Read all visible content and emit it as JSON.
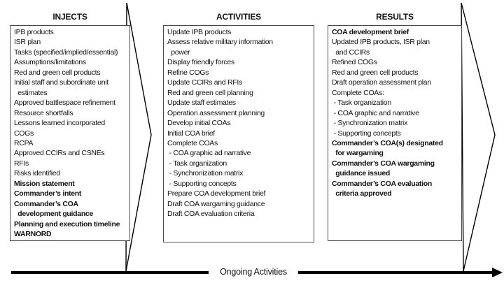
{
  "columns": [
    {
      "header": "INJECTS",
      "lines": [
        {
          "text": "IPB products",
          "bold": false
        },
        {
          "text": "ISR plan",
          "bold": false
        },
        {
          "text": "Tasks (specified/implied/essential)",
          "bold": false
        },
        {
          "text": "Assumptions/limitations",
          "bold": false
        },
        {
          "text": "Red and green cell products",
          "bold": false
        },
        {
          "text": "Initial staff and subordinate unit",
          "bold": false
        },
        {
          "text": "  estimates",
          "bold": false
        },
        {
          "text": "Approved battlespace refinement",
          "bold": false
        },
        {
          "text": "Resource shortfalls",
          "bold": false
        },
        {
          "text": "Lessons learned incorporated",
          "bold": false
        },
        {
          "text": "COGs",
          "bold": false
        },
        {
          "text": "RCPA",
          "bold": false
        },
        {
          "text": "Approved CCIRs and CSNEs",
          "bold": false
        },
        {
          "text": "RFIs",
          "bold": false
        },
        {
          "text": "Risks identified",
          "bold": false
        },
        {
          "text": "Mission statement",
          "bold": true
        },
        {
          "text": "Commander’s intent",
          "bold": true
        },
        {
          "text": "Commander’s COA",
          "bold": true
        },
        {
          "text": "  development guidance",
          "bold": true
        },
        {
          "text": "Planning and execution timeline",
          "bold": true
        },
        {
          "text": "WARNORD",
          "bold": true
        }
      ]
    },
    {
      "header": "ACTIVITIES",
      "lines": [
        {
          "text": "Update IPB products",
          "bold": false
        },
        {
          "text": "Assess relative military information",
          "bold": false
        },
        {
          "text": "  power",
          "bold": false
        },
        {
          "text": "Display friendly forces",
          "bold": false
        },
        {
          "text": "Refine COGs",
          "bold": false
        },
        {
          "text": "Update CCIRs and RFIs",
          "bold": false
        },
        {
          "text": "Red and green cell planning",
          "bold": false
        },
        {
          "text": "Update staff estimates",
          "bold": false
        },
        {
          "text": "Operation assessment planning",
          "bold": false
        },
        {
          "text": "Develop initial COAs",
          "bold": false
        },
        {
          "text": "Initial COA brief",
          "bold": false
        },
        {
          "text": "Complete COAs",
          "bold": false
        },
        {
          "text": " - COA graphic ad narrative",
          "bold": false
        },
        {
          "text": " - Task organization",
          "bold": false
        },
        {
          "text": " - Synchronization matrix",
          "bold": false
        },
        {
          "text": " - Supporting concepts",
          "bold": false
        },
        {
          "text": "Prepare COA development brief",
          "bold": false
        },
        {
          "text": "Draft COA wargaming guidance",
          "bold": false
        },
        {
          "text": "Draft COA evaluation criteria",
          "bold": false
        }
      ]
    },
    {
      "header": "RESULTS",
      "lines": [
        {
          "text": "COA development brief",
          "bold": true
        },
        {
          "text": "Updated IPB products, ISR plan",
          "bold": false
        },
        {
          "text": "  and CCIRs",
          "bold": false
        },
        {
          "text": "Refined COGs",
          "bold": false
        },
        {
          "text": "Red and green cell products",
          "bold": false
        },
        {
          "text": "Draft operation assessment plan",
          "bold": false
        },
        {
          "text": "Complete COAs:",
          "bold": false
        },
        {
          "text": " - Task organization",
          "bold": false
        },
        {
          "text": " - COA graphic and narrative",
          "bold": false
        },
        {
          "text": " - Synchronization matrix",
          "bold": false
        },
        {
          "text": " - Supporting concepts",
          "bold": false
        },
        {
          "text": "Commander’s COA(s) designated",
          "bold": true
        },
        {
          "text": "  for wargaming",
          "bold": true
        },
        {
          "text": "Commander’s COA wargaming",
          "bold": true
        },
        {
          "text": "  guidance issued",
          "bold": true
        },
        {
          "text": "Commander’s COA evaluation",
          "bold": true
        },
        {
          "text": "  criteria approved",
          "bold": true
        }
      ]
    }
  ],
  "footer": {
    "label": "Ongoing Activities"
  },
  "colors": {
    "box_border": "#4a4a4a",
    "arrow_outline": "#000000",
    "text": "#111111",
    "background": "#ffffff"
  }
}
